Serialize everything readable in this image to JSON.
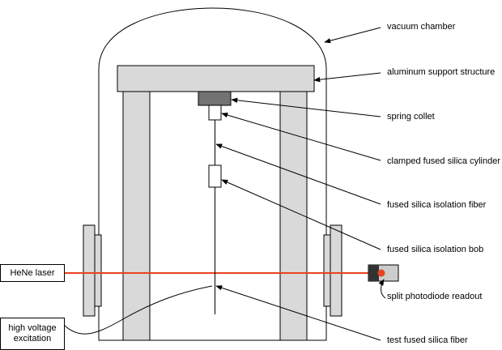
{
  "colors": {
    "laser": "#e8431f",
    "pillar_fill": "#d9d9d9",
    "collet_fill": "#737373",
    "stroke": "#000000",
    "detector_fill": "#cccccc",
    "spot": "#e8431f"
  },
  "labels": {
    "vacuum_chamber": "vacuum chamber",
    "aluminum_support": "aluminum support structure",
    "spring_collet": "spring collet",
    "clamped_cylinder": "clamped fused silica cylinder",
    "isolation_fiber": "fused silica isolation fiber",
    "isolation_bob": "fused silica isolation bob",
    "photodiode": "split photodiode readout",
    "test_fiber": "test fused silica fiber",
    "laser_box": "HeNe laser",
    "hv_box_line1": "high voltage",
    "hv_box_line2": "excitation"
  }
}
